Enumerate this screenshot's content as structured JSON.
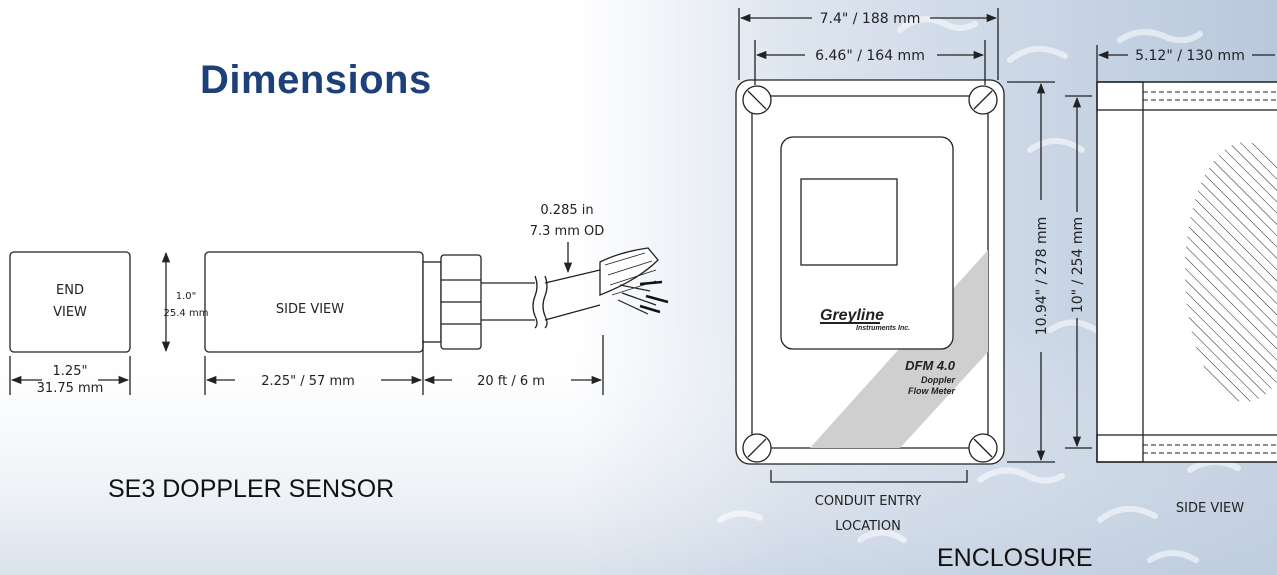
{
  "title": "Dimensions",
  "sensor": {
    "caption": "SE3 DOPPLER SENSOR",
    "end_view_label": [
      "END",
      "VIEW"
    ],
    "side_view_label": "SIDE VIEW",
    "end_width": [
      "1.25\"",
      "31.75 mm"
    ],
    "height": [
      "1.0\"",
      "25.4 mm"
    ],
    "body_length": "2.25\" / 57 mm",
    "cable_length": "20 ft / 6 m",
    "cable_od": [
      "0.285 in",
      "7.3 mm OD"
    ]
  },
  "enclosure": {
    "caption": "ENCLOSURE",
    "overall_width": "7.4\" / 188 mm",
    "mount_width": "6.46\" / 164 mm",
    "depth": "5.12\" / 130 mm",
    "overall_height": "10.94\" / 278 mm",
    "mount_height": "10\" / 254 mm",
    "conduit_label": [
      "CONDUIT ENTRY",
      "LOCATION"
    ],
    "side_view_label": "SIDE VIEW",
    "logo": [
      "Greyline",
      "Instruments Inc."
    ],
    "product": [
      "DFM 4.0",
      "Doppler",
      "Flow Meter"
    ]
  },
  "colors": {
    "title": "#1d3f7a",
    "background_tint": "#c9d6e6",
    "stripe": "#cfcfcf"
  }
}
